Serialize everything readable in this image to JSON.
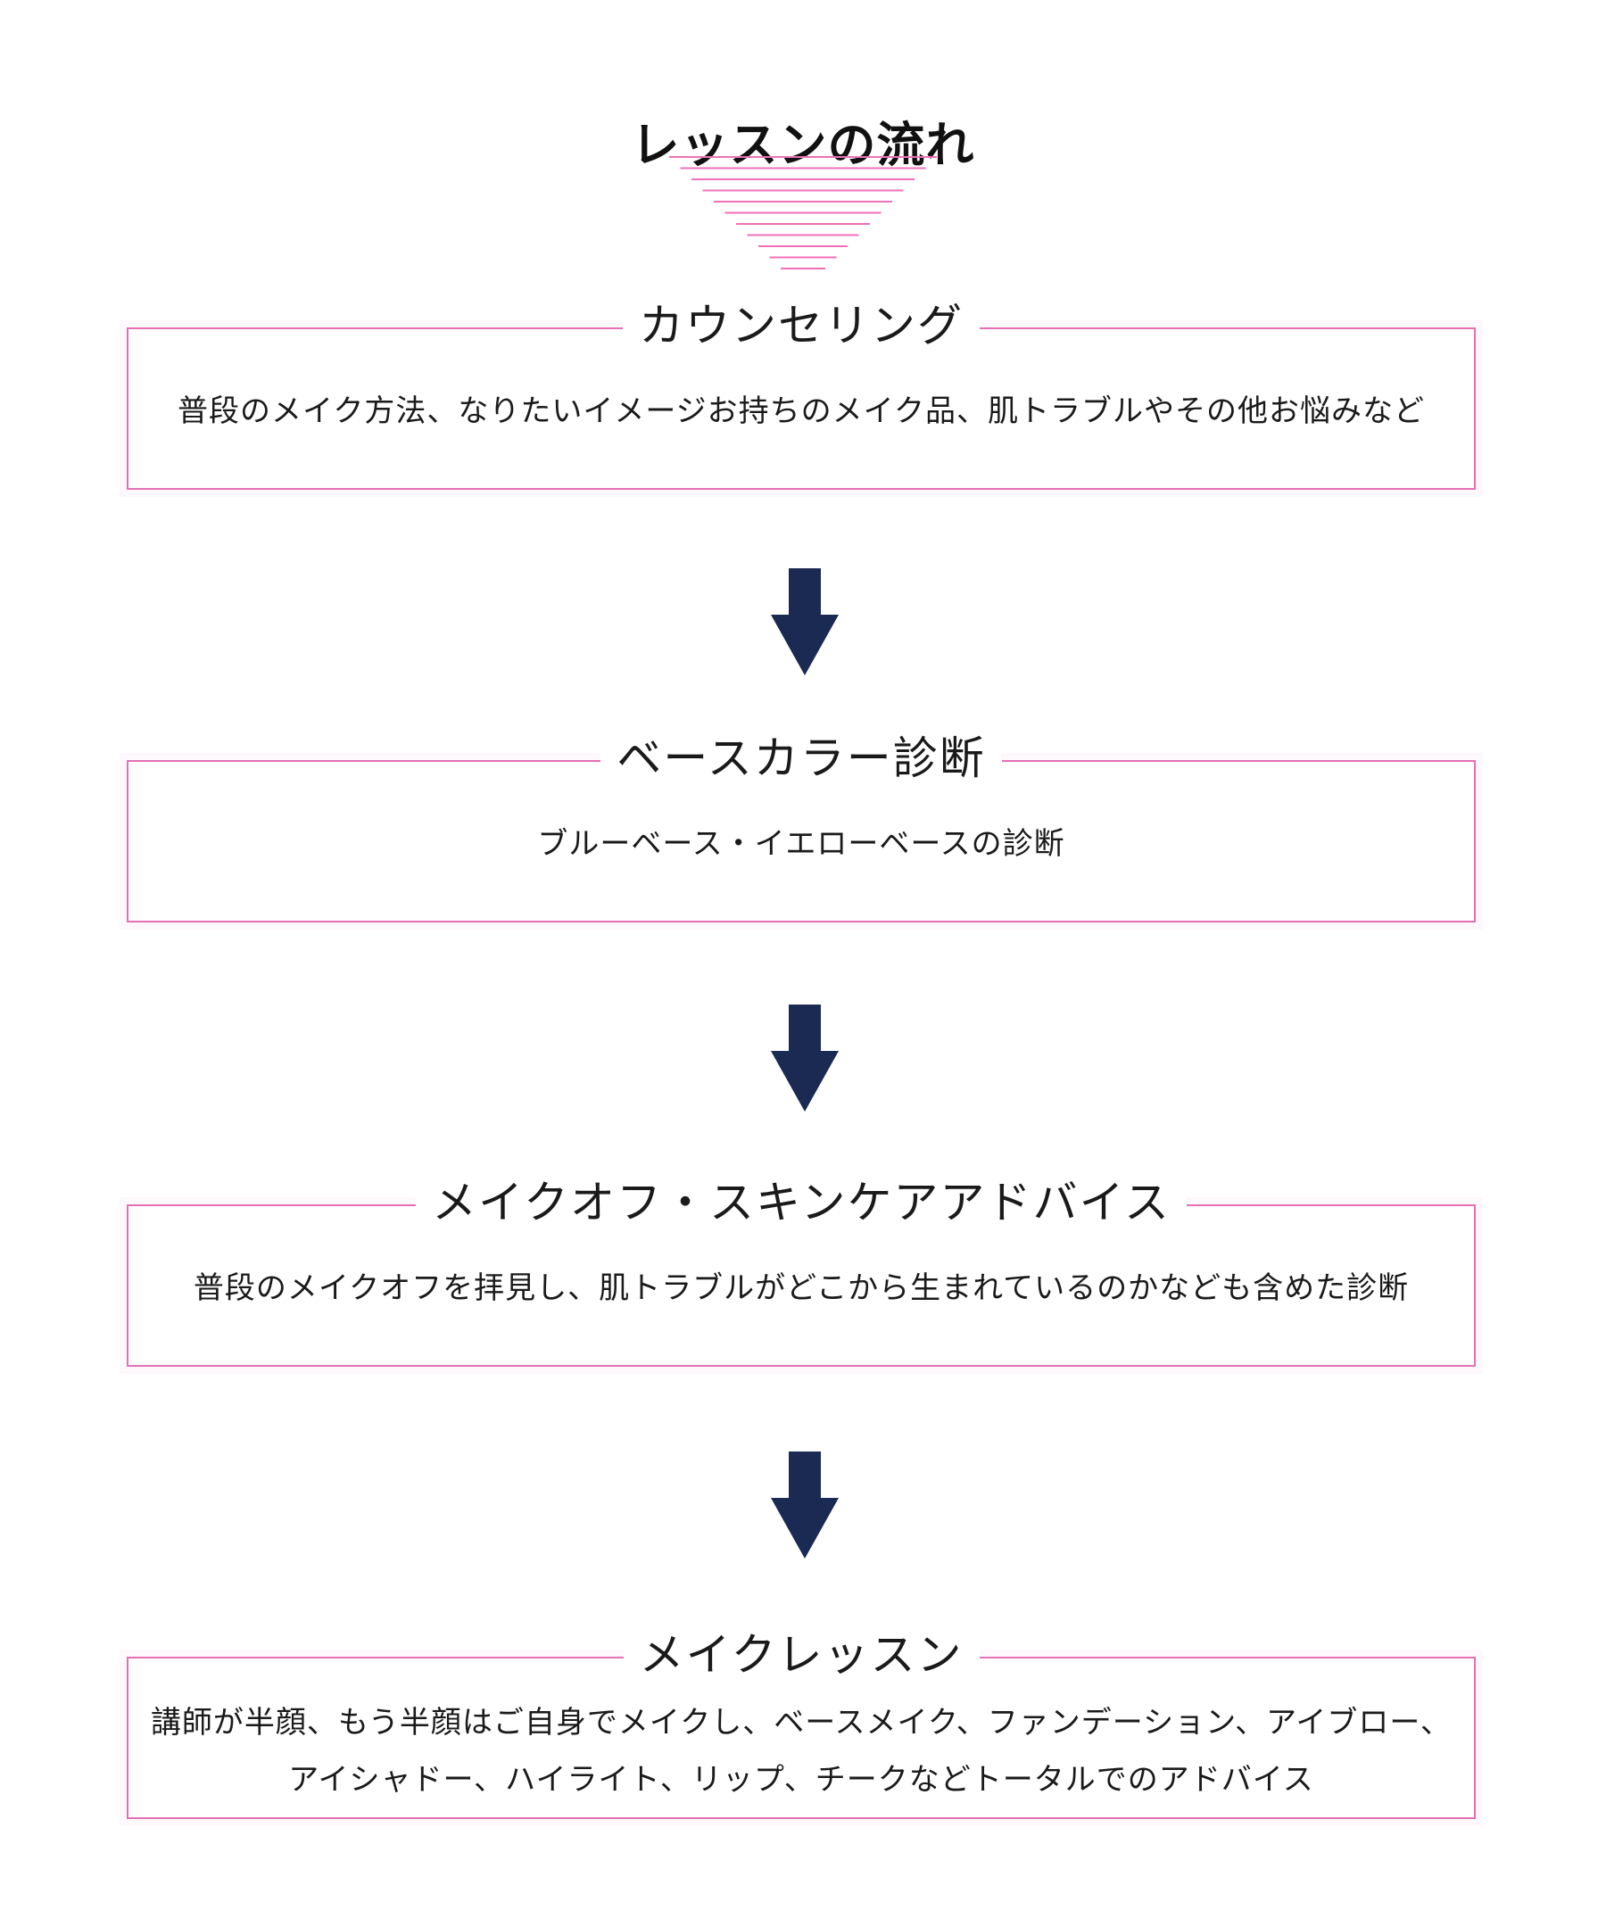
{
  "page": {
    "title": "レッスンの流れ"
  },
  "colors": {
    "accent_pink": "#e66fb4",
    "arrow_navy": "#1b2a52",
    "text": "#1a1a1a"
  },
  "steps": [
    {
      "title": "カウンセリング",
      "description": "普段のメイク方法、なりたいイメージお持ちのメイク品、肌トラブルやその他お悩みなど"
    },
    {
      "title": "ベースカラー診断",
      "description": "ブルーベース・イエローベースの診断"
    },
    {
      "title": "メイクオフ・スキンケアアドバイス",
      "description": "普段のメイクオフを拝見し、肌トラブルがどこから生まれているのかなども含めた診断"
    },
    {
      "title": "メイクレッスン",
      "description_lines": [
        "講師が半顔、もう半顔はご自身でメイクし、ベースメイク、ファンデーション、アイブロー、",
        "アイシャドー、ハイライト、リップ、チークなどトータルでのアドバイス"
      ]
    }
  ],
  "icons": {
    "step_arrow": "arrow-down-icon",
    "title_decoration": "striped-triangle-icon"
  }
}
